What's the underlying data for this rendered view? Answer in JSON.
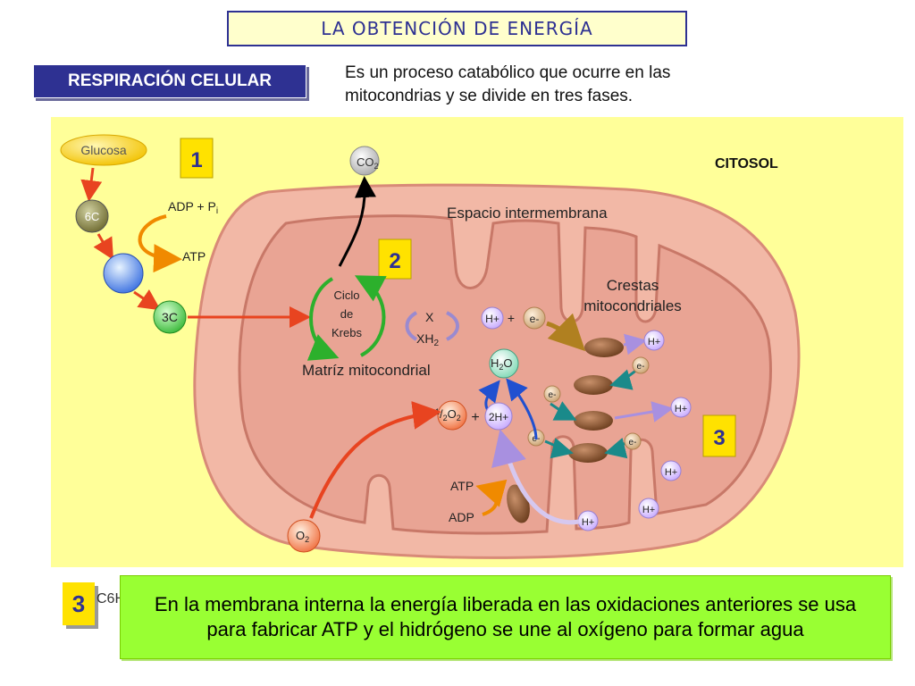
{
  "title": "LA OBTENCIÓN DE ENERGÍA",
  "section_label": "RESPIRACIÓN CELULAR",
  "intro_text": "Es un proceso catabólico que ocurre en las mitocondrias y se divide en tres fases.",
  "diagram": {
    "glucose": "Glucosa",
    "six_c": "6C",
    "three_c": "3C",
    "adp_pi_main": "ADP + P",
    "adp_pi_sub": "i",
    "atp_top": "ATP",
    "co2_main": "CO",
    "co2_sub": "2",
    "citosol": "CITOSOL",
    "intermembrane": "Espacio intermembrana",
    "cristae_line1": "Crestas",
    "cristae_line2": "mitocondriales",
    "krebs_line1": "Ciclo",
    "krebs_line2": "de",
    "krebs_line3": "Krebs",
    "matrix": "Matríz mitocondrial",
    "x_label": "X",
    "xh2_main": "XH",
    "xh2_sub": "2",
    "h_plus": "H+",
    "e_minus": "e-",
    "plus": "+",
    "h2o_h": "H",
    "h2o_sub": "2",
    "h2o_o": "O",
    "half_o2_num": "1",
    "half_o2_den": "2",
    "half_o2_main": "O",
    "half_o2_sub": "2",
    "two_h_plus": "2H+",
    "atp_bottom": "ATP",
    "adp_bottom": "ADP",
    "o2_main": "O",
    "o2_sub": "2",
    "step1": "1",
    "step2": "2",
    "step3": "3"
  },
  "bottom": {
    "step": "3",
    "peek_text": "C6H",
    "text": "En la membrana interna la energía liberada en las oxidaciones anteriores se usa para fabricar ATP y el hidrógeno se une al oxígeno para formar agua"
  },
  "colors": {
    "navy": "#2e3192",
    "diagram_bg": "#ffff99",
    "outer_membrane": "#f0b0a0",
    "matrix": "#e8a090",
    "badge_yellow": "#ffe200",
    "bottom_green": "#99ff33"
  }
}
